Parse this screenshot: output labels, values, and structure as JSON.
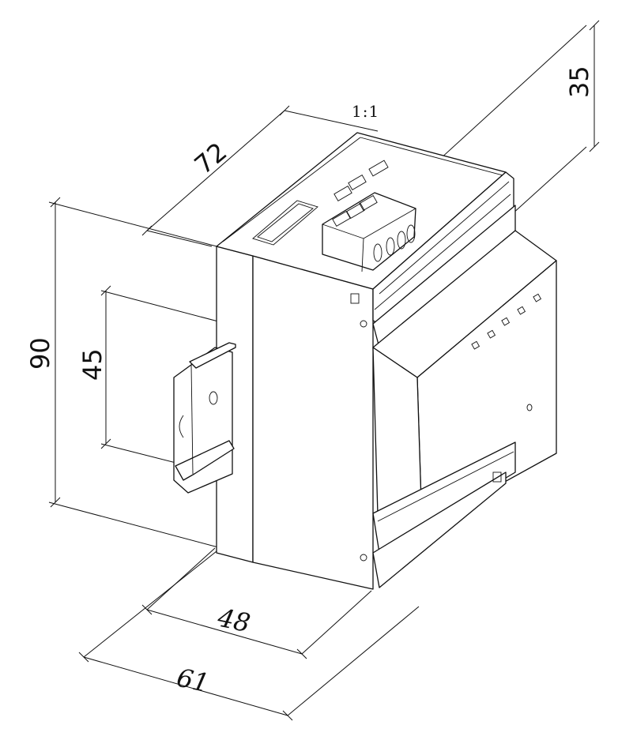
{
  "drawing": {
    "scale_label": "1:1",
    "dimensions": {
      "depth_top": "72",
      "height_overall": "90",
      "din_rail_height": "45",
      "top_step": "35",
      "width_front": "48",
      "width_overall": "61"
    }
  }
}
